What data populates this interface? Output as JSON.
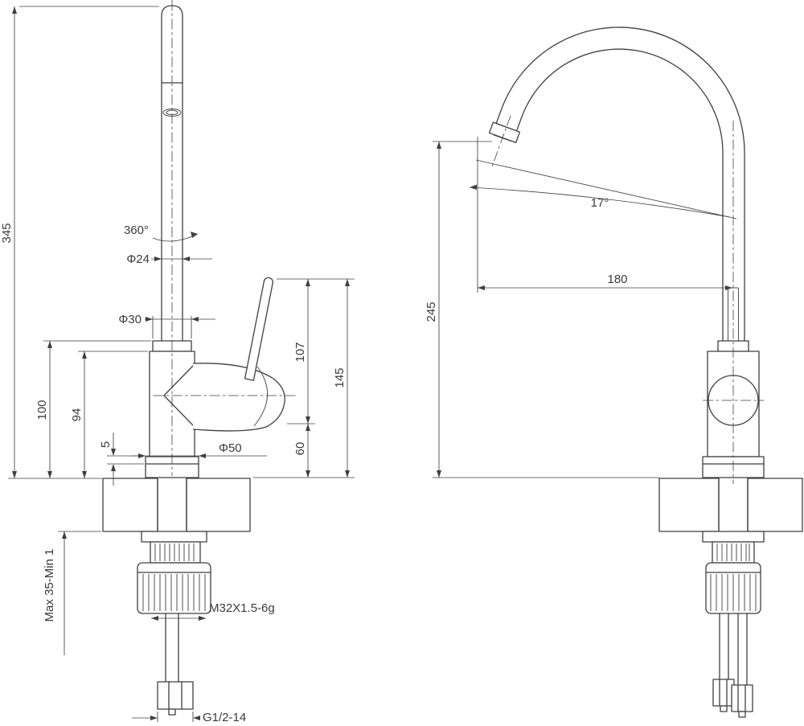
{
  "drawing_labels": {
    "front": {
      "total_height": "345",
      "swivel_angle": "360°",
      "spout_diameter": "Φ24",
      "neck_diameter": "Φ30",
      "height_100": "100",
      "height_94": "94",
      "flange_step": "5",
      "base_diameter": "Φ50",
      "lever_length": "107",
      "lever_top_height": "145",
      "pivot_height": "60",
      "mount_thickness": "Max 35-Min 1",
      "mount_thread": "M32X1.5-6g",
      "inlet_thread": "G1/2-14"
    },
    "side": {
      "outlet_angle": "17°",
      "spout_reach": "180",
      "spout_height": "245"
    }
  }
}
